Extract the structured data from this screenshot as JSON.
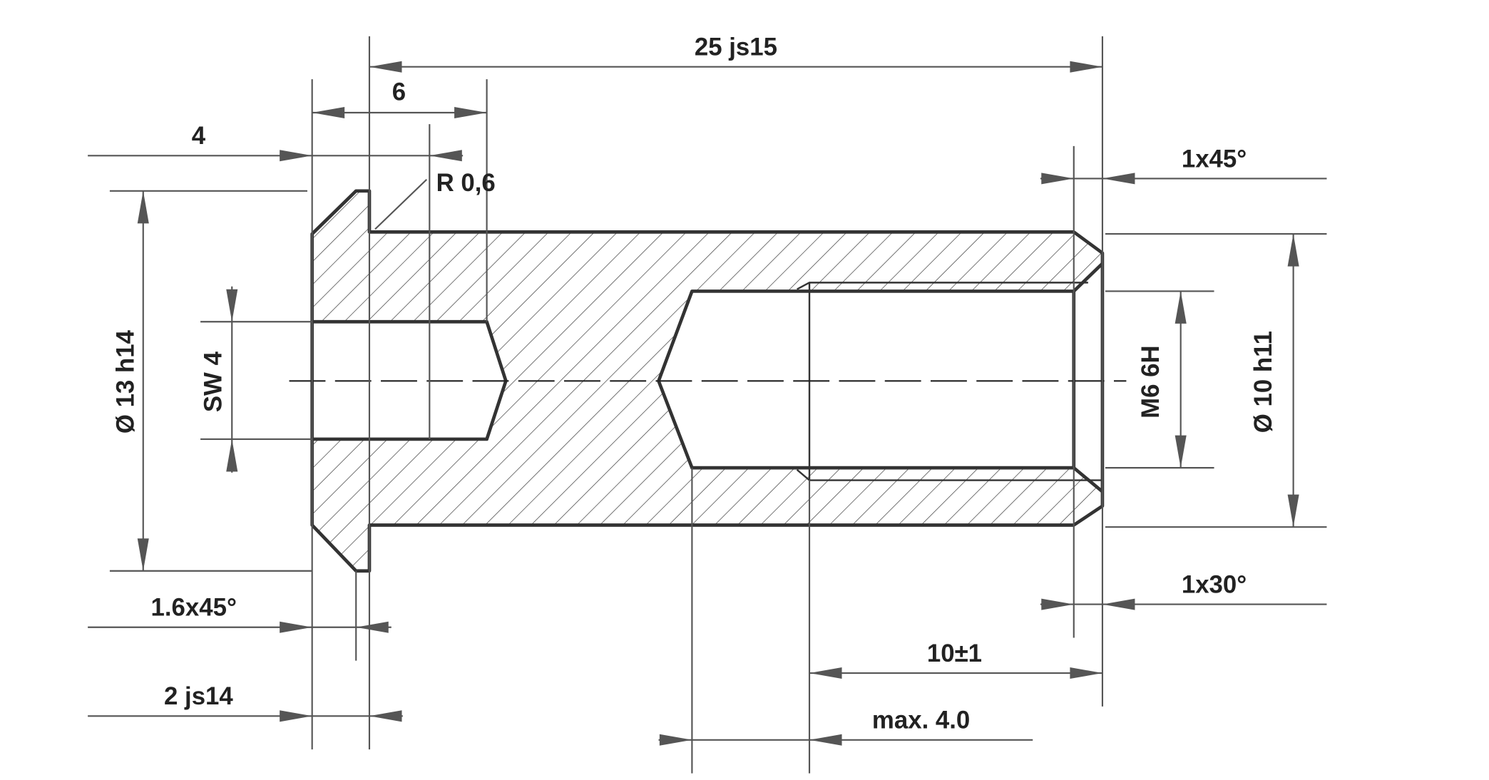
{
  "drawing": {
    "dimensions": {
      "overall_length": "25 js15",
      "hex_socket_depth": "6",
      "radius_position": "4",
      "radius": "R 0,6",
      "chamfer_right_top": "1x45°",
      "flange_diameter": "Ø 13 h14",
      "hex_socket_size": "SW 4",
      "thread": "M6 6H",
      "body_diameter": "Ø 10 h11",
      "chamfer_right_bottom": "1x30°",
      "flange_chamfer": "1.6x45°",
      "thread_length": "10±1",
      "flange_thickness": "2 js14",
      "thread_runout": "max. 4.0"
    },
    "colors": {
      "outline": "#333333",
      "dimension": "#555555"
    }
  }
}
